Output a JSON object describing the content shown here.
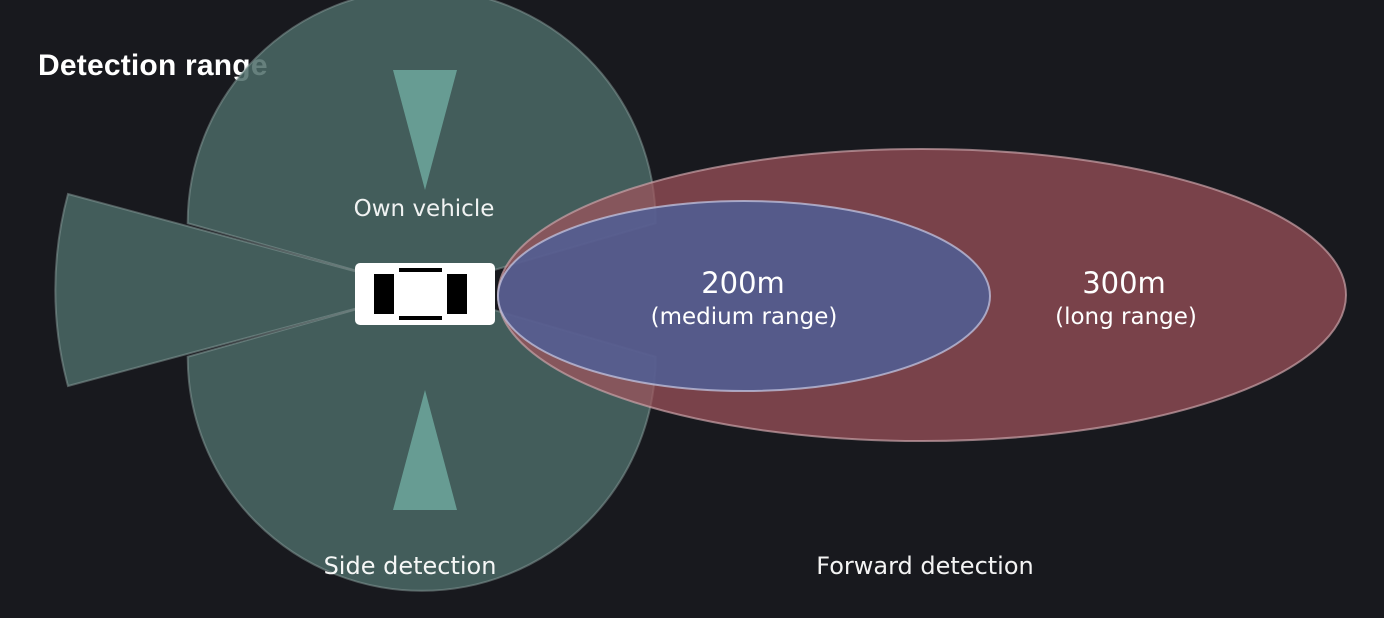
{
  "title": "Detection range",
  "labels": {
    "own_vehicle": "Own vehicle",
    "medium_value": "200m",
    "medium_caption": "(medium range)",
    "long_value": "300m",
    "long_caption": "(long range)",
    "side_detection": "Side detection",
    "forward_detection": "Forward detection"
  },
  "colors": {
    "background": "#18191e",
    "side_zone": "#4b6a66",
    "blind_spot_cone": "#73b2a6",
    "long_range_zone": "#a3545d",
    "medium_range_zone": "#4d5f99",
    "vehicle_body": "#ffffff",
    "vehicle_wheels": "#000000"
  }
}
